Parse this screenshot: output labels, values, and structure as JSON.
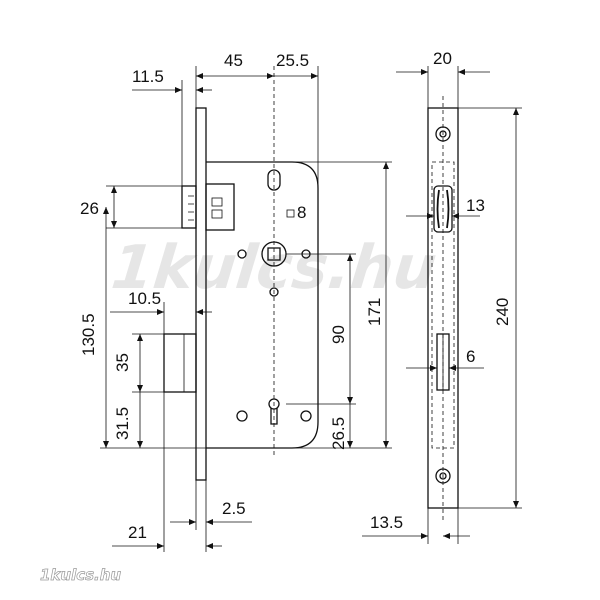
{
  "watermark": {
    "center": "1kulcs.hu",
    "corner": "1kulcs.hu"
  },
  "dimensions": {
    "top_11_5": "11.5",
    "top_45": "45",
    "top_25_5": "25.5",
    "left_26": "26",
    "square_8": "8",
    "left_130_5": "130.5",
    "left_10_5": "10.5",
    "left_35": "35",
    "left_31_5": "31.5",
    "right_90": "90",
    "right_171": "171",
    "right_26_5": "26.5",
    "bottom_2_5": "2.5",
    "bottom_21": "21",
    "side_20": "20",
    "side_13": "13",
    "side_6": "6",
    "side_240": "240",
    "side_13_5": "13.5"
  }
}
